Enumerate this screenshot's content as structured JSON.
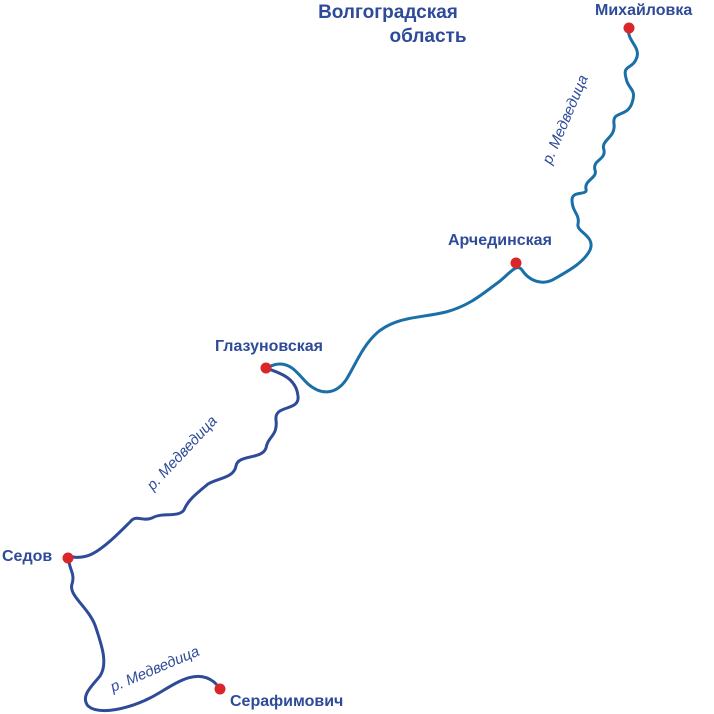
{
  "map": {
    "region": {
      "line1": "Волгоградская",
      "line2": "область"
    },
    "river": {
      "name": "р. Медведица"
    },
    "cities": {
      "mikhailovka": "Михайловка",
      "archedinskaya": "Арчединская",
      "glazunovskaya": "Глазуновская",
      "sedov": "Седов",
      "serafimovich": "Серафимович"
    },
    "colors": {
      "river_upper": "#1a6fa8",
      "river_lower": "#2e4b9a",
      "city_marker": "#d9262b",
      "label_text": "#2e4b9a"
    }
  }
}
